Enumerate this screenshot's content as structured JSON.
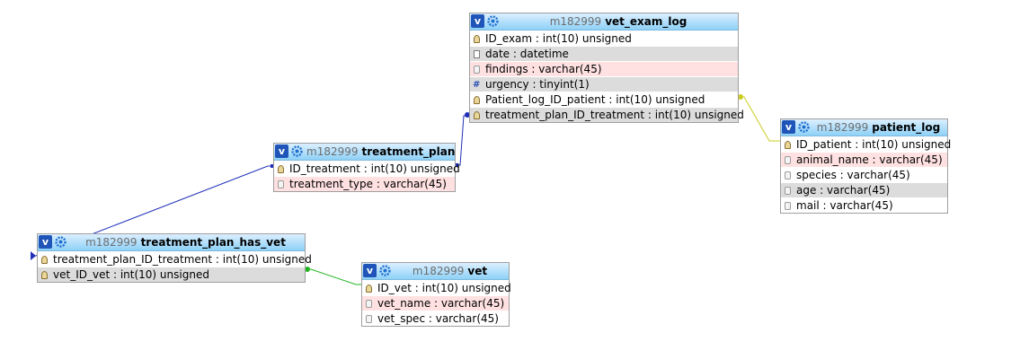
{
  "colors": {
    "link_blue": "#1f2fb8",
    "link_green": "#22b522",
    "link_yellow": "#cccc22"
  },
  "tables": {
    "vet_exam_log": {
      "db": "m182999",
      "name": "vet_exam_log",
      "rows": [
        {
          "text": "ID_exam : int(10) unsigned",
          "icon": "key-icon"
        },
        {
          "text": "date : datetime",
          "icon": "datetime-icon"
        },
        {
          "text": "findings : varchar(45)",
          "icon": "field-icon"
        },
        {
          "text": "urgency : tinyint(1)",
          "icon": "numeric-icon"
        },
        {
          "text": "Patient_log_ID_patient : int(10) unsigned",
          "icon": "key-icon"
        },
        {
          "text": "treatment_plan_ID_treatment : int(10) unsigned",
          "icon": "key-icon"
        }
      ]
    },
    "patient_log": {
      "db": "m182999",
      "name": "patient_log",
      "rows": [
        {
          "text": "ID_patient : int(10) unsigned",
          "icon": "key-icon"
        },
        {
          "text": "animal_name : varchar(45)",
          "icon": "field-icon"
        },
        {
          "text": "species : varchar(45)",
          "icon": "field-icon"
        },
        {
          "text": "age : varchar(45)",
          "icon": "field-icon"
        },
        {
          "text": "mail : varchar(45)",
          "icon": "field-icon"
        }
      ]
    },
    "treatment_plan": {
      "db": "m182999",
      "name": "treatment_plan",
      "rows": [
        {
          "text": "ID_treatment : int(10) unsigned",
          "icon": "key-icon"
        },
        {
          "text": "treatment_type : varchar(45)",
          "icon": "field-icon"
        }
      ]
    },
    "treatment_plan_has_vet": {
      "db": "m182999",
      "name": "treatment_plan_has_vet",
      "rows": [
        {
          "text": "treatment_plan_ID_treatment : int(10) unsigned",
          "icon": "key-icon"
        },
        {
          "text": "vet_ID_vet : int(10) unsigned",
          "icon": "key-icon"
        }
      ]
    },
    "vet": {
      "db": "m182999",
      "name": "vet",
      "rows": [
        {
          "text": "ID_vet : int(10) unsigned",
          "icon": "key-icon"
        },
        {
          "text": "vet_name : varchar(45)",
          "icon": "field-icon"
        },
        {
          "text": "vet_spec : varchar(45)",
          "icon": "field-icon"
        }
      ]
    }
  }
}
